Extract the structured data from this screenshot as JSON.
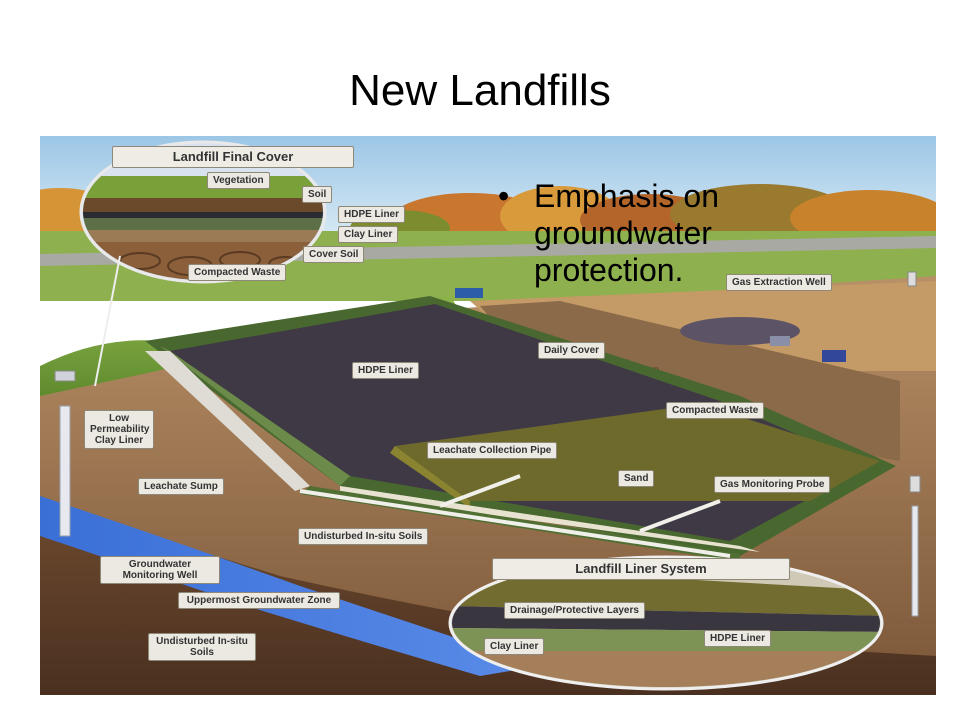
{
  "slide": {
    "title": "New Landfills",
    "bullets": [
      "Emphasis on groundwater protection."
    ]
  },
  "diagram": {
    "final_cover_title": "Landfill Final Cover",
    "final_cover_layers": [
      "Vegetation",
      "Soil",
      "HDPE Liner",
      "Clay Liner",
      "Cover Soil",
      "Compacted Waste"
    ],
    "liner_system_title": "Landfill Liner System",
    "liner_system_layers": [
      "Drainage/Protective Layers",
      "Clay Liner",
      "HDPE Liner"
    ],
    "labels": {
      "gas_extraction_well": "Gas Extraction Well",
      "daily_cover": "Daily Cover",
      "hdpe_liner": "HDPE Liner",
      "compacted_waste": "Compacted Waste",
      "low_permeability_clay_liner": "Low Permeability Clay Liner",
      "leachate_collection_pipe": "Leachate Collection Pipe",
      "sand": "Sand",
      "leachate_sump": "Leachate Sump",
      "gas_monitoring_probe": "Gas Monitoring Probe",
      "undisturbed_soils_upper": "Undisturbed In-situ Soils",
      "groundwater_monitoring_well": "Groundwater Monitoring Well",
      "uppermost_groundwater_zone": "Uppermost Groundwater Zone",
      "undisturbed_soils_lower": "Undisturbed In-situ Soils"
    }
  }
}
